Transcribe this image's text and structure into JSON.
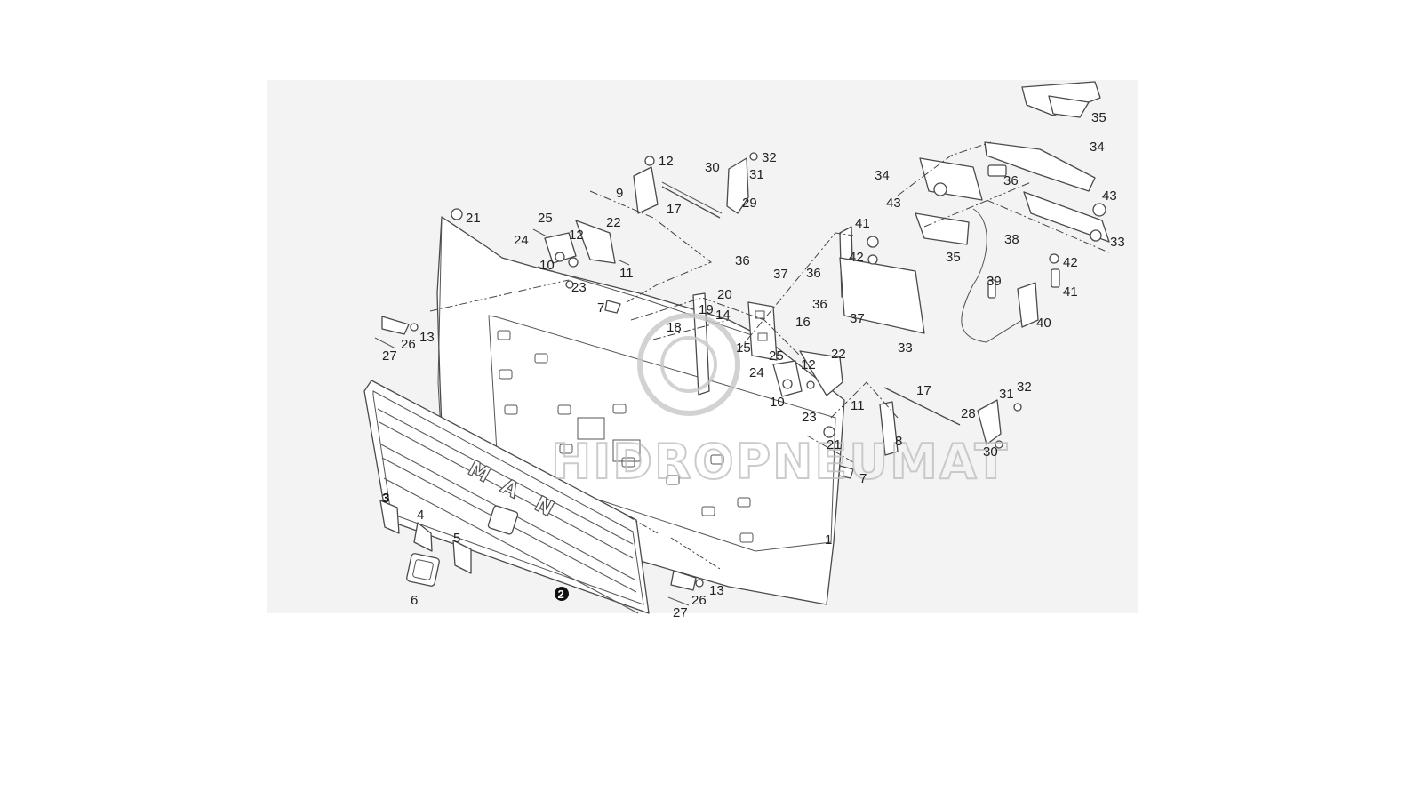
{
  "watermark": {
    "text": "HIDROPNEUMAT"
  },
  "grille_brand": {
    "letters": [
      "M",
      "A",
      "N"
    ]
  },
  "parts": [
    {
      "id": "p1",
      "label": "1"
    },
    {
      "id": "p2",
      "label": "2"
    },
    {
      "id": "p3",
      "label": "3"
    },
    {
      "id": "p4",
      "label": "4"
    },
    {
      "id": "p5",
      "label": "5"
    },
    {
      "id": "p6",
      "label": "6"
    },
    {
      "id": "p7a",
      "label": "7"
    },
    {
      "id": "p7b",
      "label": "7"
    },
    {
      "id": "p8",
      "label": "8"
    },
    {
      "id": "p9",
      "label": "9"
    },
    {
      "id": "p10a",
      "label": "10"
    },
    {
      "id": "p10b",
      "label": "10"
    },
    {
      "id": "p11a",
      "label": "11"
    },
    {
      "id": "p11b",
      "label": "11"
    },
    {
      "id": "p12a",
      "label": "12"
    },
    {
      "id": "p12b",
      "label": "12"
    },
    {
      "id": "p12c",
      "label": "12"
    },
    {
      "id": "p13a",
      "label": "13"
    },
    {
      "id": "p13b",
      "label": "13"
    },
    {
      "id": "p14",
      "label": "14"
    },
    {
      "id": "p15",
      "label": "15"
    },
    {
      "id": "p16",
      "label": "16"
    },
    {
      "id": "p17a",
      "label": "17"
    },
    {
      "id": "p17b",
      "label": "17"
    },
    {
      "id": "p18",
      "label": "18"
    },
    {
      "id": "p19",
      "label": "19"
    },
    {
      "id": "p20",
      "label": "20"
    },
    {
      "id": "p21a",
      "label": "21"
    },
    {
      "id": "p21b",
      "label": "21"
    },
    {
      "id": "p22a",
      "label": "22"
    },
    {
      "id": "p22b",
      "label": "22"
    },
    {
      "id": "p23a",
      "label": "23"
    },
    {
      "id": "p23b",
      "label": "23"
    },
    {
      "id": "p24a",
      "label": "24"
    },
    {
      "id": "p24b",
      "label": "24"
    },
    {
      "id": "p25a",
      "label": "25"
    },
    {
      "id": "p25b",
      "label": "25"
    },
    {
      "id": "p26a",
      "label": "26"
    },
    {
      "id": "p26b",
      "label": "26"
    },
    {
      "id": "p27a",
      "label": "27"
    },
    {
      "id": "p27b",
      "label": "27"
    },
    {
      "id": "p28",
      "label": "28"
    },
    {
      "id": "p29",
      "label": "29"
    },
    {
      "id": "p30a",
      "label": "30"
    },
    {
      "id": "p30b",
      "label": "30"
    },
    {
      "id": "p31a",
      "label": "31"
    },
    {
      "id": "p31b",
      "label": "31"
    },
    {
      "id": "p32a",
      "label": "32"
    },
    {
      "id": "p32b",
      "label": "32"
    },
    {
      "id": "p33a",
      "label": "33"
    },
    {
      "id": "p33b",
      "label": "33"
    },
    {
      "id": "p34a",
      "label": "34"
    },
    {
      "id": "p34b",
      "label": "34"
    },
    {
      "id": "p35a",
      "label": "35"
    },
    {
      "id": "p35b",
      "label": "35"
    },
    {
      "id": "p36a",
      "label": "36"
    },
    {
      "id": "p36b",
      "label": "36"
    },
    {
      "id": "p36c",
      "label": "36"
    },
    {
      "id": "p36d",
      "label": "36"
    },
    {
      "id": "p37a",
      "label": "37"
    },
    {
      "id": "p37b",
      "label": "37"
    },
    {
      "id": "p38",
      "label": "38"
    },
    {
      "id": "p39",
      "label": "39"
    },
    {
      "id": "p40",
      "label": "40"
    },
    {
      "id": "p41a",
      "label": "41"
    },
    {
      "id": "p41b",
      "label": "41"
    },
    {
      "id": "p42a",
      "label": "42"
    },
    {
      "id": "p42b",
      "label": "42"
    },
    {
      "id": "p43a",
      "label": "43"
    },
    {
      "id": "p43b",
      "label": "43"
    }
  ]
}
